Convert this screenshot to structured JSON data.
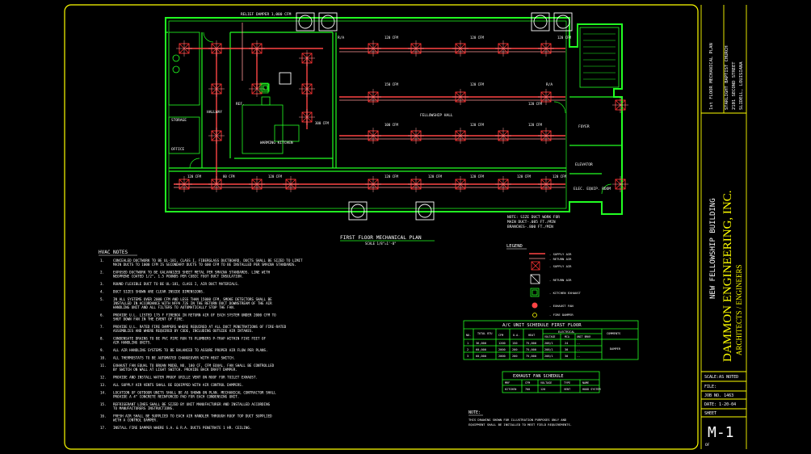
{
  "colors": {
    "background": "#000000",
    "border": "#ffff00",
    "walls": "#22ff22",
    "supply_duct": "#ff4444",
    "return_duct": "#ff9999",
    "diffuser": "#ff3333",
    "text": "#ffffff"
  },
  "plan": {
    "title": "FIRST FLOOR MECHANICAL PLAN",
    "scale": "SCALE 1/8\"=1'-0\"",
    "relief_damper": "RELIEF DAMPER 1,000 CFM",
    "rooms": {
      "fellowship_hall": "FELLOWSHIP HALL",
      "kitchen": "WARMING KITCHEN",
      "office": "OFFICE",
      "elevator": "ELEVATOR",
      "elec_room": "ELEC. EQUIP. ROOM",
      "storage": "STORAGE",
      "hallway": "HALLWAY",
      "foyer": "FOYER",
      "ref": "REF."
    },
    "cfm_labels": [
      "120 CFM",
      "150 CFM",
      "100 CFM",
      "120 CFM",
      "80 CFM",
      "300 CFM"
    ],
    "ra_label": "R/A",
    "note_duct": [
      "NOTE: SIZE DUCT WORK FOR",
      "MAIN DUCT-.085 FT./MIN",
      "BRANCHES-.800 FT./MIN"
    ]
  },
  "hvac_notes": {
    "title": "HVAC NOTES",
    "items": [
      {
        "num": "1.",
        "lines": [
          "CONCEALED DUCTWORK TO BE UL-181, CLASS I, FIBERGLASS DUCTBOARD.  DUCTS SHALL BE SIZED TO LIMIT",
          "MAIN DUCTS TO 1000 CFM IS SECONDARY DUCTS TO 600 CFM TO BE INSTALLED PER SMACNA STANDARDS."
        ]
      },
      {
        "num": "2.",
        "lines": [
          "EXPOSED DUCTWORK TO BE GALVANIZED SHEET METAL PER SMACNA STANDARDS.  LINE WITH",
          "NEOPRENE COATED 1/2\", 1.5 POUNDS PER CUBIC FOOT DUCT INSULATION."
        ]
      },
      {
        "num": "3.",
        "lines": [
          "ROUND FLEXIBLE DUCT TO BE UL-181, CLASS I, AIR DUCT MATERIALS."
        ]
      },
      {
        "num": "4.",
        "lines": [
          "DUCT SIZES SHOWN ARE CLEAR INSIDE DIMENSIONS."
        ]
      },
      {
        "num": "5.",
        "lines": [
          "IN ALL SYSTEMS OVER 2000 CFM AND LESS THAN 15000 CFM, SMOKE DETECTORS SHALL BE",
          "INSTALLED IN ACCORDANCE WITH NFPA 72E IN THE RETURN DUCT DOWNSTREAM OF THE AIR",
          "HANDLING UNIT AND ALL FILTERS TO AUTOMATICALLY STOP THE FAN."
        ]
      },
      {
        "num": "6.",
        "lines": [
          "PROVIDE U.L. LISTED 175 F FIREBOX IN RETURN AIR OF EACH SYSTEM UNDER 2000 CFM TO",
          "SHUT DOWN FAN IN THE EVENT OF FIRE."
        ]
      },
      {
        "num": "7.",
        "lines": [
          "PROVIDE U.L. RATED FIRE DAMPERS WHERE REQUIRED AT ALL DUCT PENETRATIONS OF FIRE-RATED",
          "ASSEMBLIES AND WHERE REQUIRED BY CODE, INCLUDING OUTSIDE AIR INTAKES."
        ]
      },
      {
        "num": "8.",
        "lines": [
          "CONDENSATE DRAINS TO BE PVC PIPE RUN TO PLUMBERS P-TRAP WITHIN FIVE FEET OF",
          "AIR HANDLING UNITS."
        ]
      },
      {
        "num": "9.",
        "lines": [
          "ALL AIR HANDLING SYSTEMS TO BE BALANCED TO ASSURE PROPER AIR FLOW PER PLANS."
        ]
      },
      {
        "num": "10.",
        "lines": [
          "ALL THERMOSTATS TO BE AUTOMATED CHANGEOVER WITH HEAT SWITCH."
        ]
      },
      {
        "num": "11.",
        "lines": [
          "EXHAUST FAN EQUAL TO BROAN MODEL NO. 100 CF, CFM EQUAL. FAN SHALL BE CONTROLLED",
          "BY SWITCH ON WALL AT LIGHT SWITCH. PROVIDE BACK DRAFT DAMPER."
        ]
      },
      {
        "num": "12.",
        "lines": [
          "PROVIDE AND INSTALL WATER PROOF GRILLE VENT ON ROOF FOR TOILET EXHAUST."
        ]
      },
      {
        "num": "13.",
        "lines": [
          "ALL SUPPLY AIR VENTS SHALL BE EQUIPPED WITH AIR CONTROL DAMPERS."
        ]
      },
      {
        "num": "14.",
        "lines": [
          "LOCATION OF OUTDOOR UNITS SHALL BE AS SHOWN ON PLAN. MECHANICAL CONTRACTOR SHALL",
          "PROVIDE A 4\" CONCRETE REINFORCED PAD FOR EACH CONDENSING UNIT."
        ]
      },
      {
        "num": "15.",
        "lines": [
          "REFRIGERANT LINES SHALL BE SIZED BY UNIT MANUFACTURER AND INSTALLED ACCORDING",
          "TO MANUFACTURERS INSTRUCTIONS."
        ]
      },
      {
        "num": "16.",
        "lines": [
          "FRESH AIR SHALL BE SUPPLIED TO EACH AIR HANDLER THROUGH ROOF TOP DUCT SUPPLIED",
          "WITH A CONTROL DAMPER."
        ]
      },
      {
        "num": "17.",
        "lines": [
          "INSTALL FIRE DAMPER WHERE S.A. & R.A. DUCTS PENETRATE 1 HR. CEILING."
        ]
      }
    ]
  },
  "legend": {
    "title": "LEGEND",
    "items": [
      "- SUPPLY AIR",
      "- RETURN AIR",
      "- SUPPLY AIR",
      "- RETURN AIR",
      "- KITCHEN EXHAUST",
      "- EXHAUST FAN",
      "- FIRE DAMPER"
    ]
  },
  "ac_schedule": {
    "title": "A/C UNIT SCHEDULE FIRST FLOOR",
    "headers": [
      "NO.",
      "TOTAL BTU",
      "CFM",
      "O.A.",
      "HEAT",
      "VOLTAGE",
      "MCA",
      "UNIT BRKR",
      "COMMENTS"
    ],
    "group_header": "ELECTRICAL",
    "rows": [
      [
        "1",
        "36,000",
        "1200",
        "150",
        "75,000",
        "208/1",
        "24",
        "--"
      ],
      [
        "2",
        "60,000",
        "2000",
        "200",
        "75,000",
        "208/1",
        "30",
        "--"
      ],
      [
        "3",
        "60,000",
        "2000",
        "200",
        "75,000",
        "208/1",
        "30",
        "--"
      ]
    ],
    "comment": "DAMPER"
  },
  "exhaust_schedule": {
    "title": "EXHAUST FAN SCHEDULE",
    "headers": [
      "MRF",
      "CFM",
      "VOLTAGE",
      "TYPE",
      "NAME"
    ],
    "row": [
      "KITCHEN",
      "700",
      "120",
      "VENT",
      "HOOD SYSTEM"
    ]
  },
  "bottom_note": {
    "title": "NOTE:",
    "lines": [
      "THIS DRAWING SHOWN FOR ILLUSTRATION PURPOSES ONLY AND",
      "EQUIPMENT SHALL BE INSTALLED TO MEET FIELD REQUIREMENTS."
    ]
  },
  "title_block": {
    "project_name": "NEW FELLOWSHIP BUILDING",
    "sheet_desc": "1st FLOOR MECHANICAL PLAN",
    "church": "STARLIGHT BAPTIST CHURCH",
    "address1": "2101 SECOND STREET",
    "address2": "SLIDELL, LOUISIANA",
    "firm1": "DAMMON ENGINEERING, INC.",
    "firm2": "ARCHITECTS / ENGINEERS",
    "scale": "SCALE:AS NOTED",
    "file": "FILE:",
    "job": "JOB NO. 1463",
    "date": "DATE: 1-20-04",
    "sheet_label": "SHEET",
    "sheet": "M-1",
    "of": "OF"
  }
}
